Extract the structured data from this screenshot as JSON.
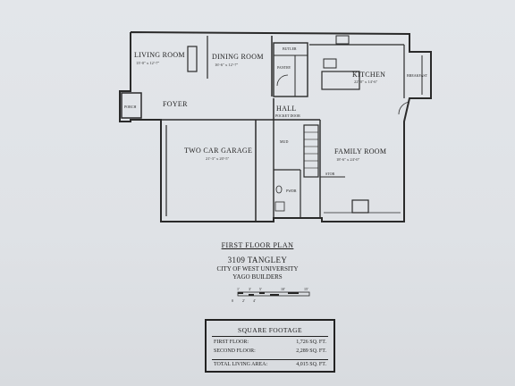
{
  "rooms": {
    "living": {
      "name": "LIVING ROOM",
      "dim": "13'-0\" x 12'-7\""
    },
    "dining": {
      "name": "DINING ROOM",
      "dim": "16'-6\" x 12'-7\""
    },
    "kitchen": {
      "name": "KITCHEN",
      "dim": "22'-0\" x 14'-6\""
    },
    "foyer": {
      "name": "FOYER"
    },
    "porch": {
      "name": "PORCH"
    },
    "hall": {
      "name": "HALL"
    },
    "garage": {
      "name": "TWO CAR GARAGE",
      "dim": "21'-3\" x 20'-5\""
    },
    "family": {
      "name": "FAMILY ROOM",
      "dim": "18'-6\" x 24'-0\""
    },
    "butler": {
      "name": "BUTLER"
    },
    "pantry": {
      "name": "PANTRY"
    },
    "breakfast": {
      "name": "BREAKFAST"
    },
    "pocket": {
      "name": "POCKET DOOR"
    },
    "mud": {
      "name": "MUD"
    },
    "pwdr": {
      "name": "PWDR"
    },
    "stor": {
      "name": "STOR"
    }
  },
  "plan_title": "FIRST FLOOR PLAN",
  "address": "3109 TANGLEY",
  "city": "CITY OF WEST UNIVERSITY",
  "builder": "YAGO BUILDERS",
  "scale": {
    "labels": [
      "1'",
      "3'",
      "5'",
      "10'",
      "15'"
    ],
    "sublabels": [
      "0",
      "2'",
      "4'"
    ]
  },
  "square_footage": {
    "title": "SQUARE FOOTAGE",
    "rows": [
      {
        "label": "FIRST FLOOR:",
        "value": "1,726 SQ. FT."
      },
      {
        "label": "SECOND FLOOR:",
        "value": "2,289 SQ. FT."
      }
    ],
    "total": {
      "label": "TOTAL LIVING AREA:",
      "value": "4,015 SQ. FT."
    }
  }
}
